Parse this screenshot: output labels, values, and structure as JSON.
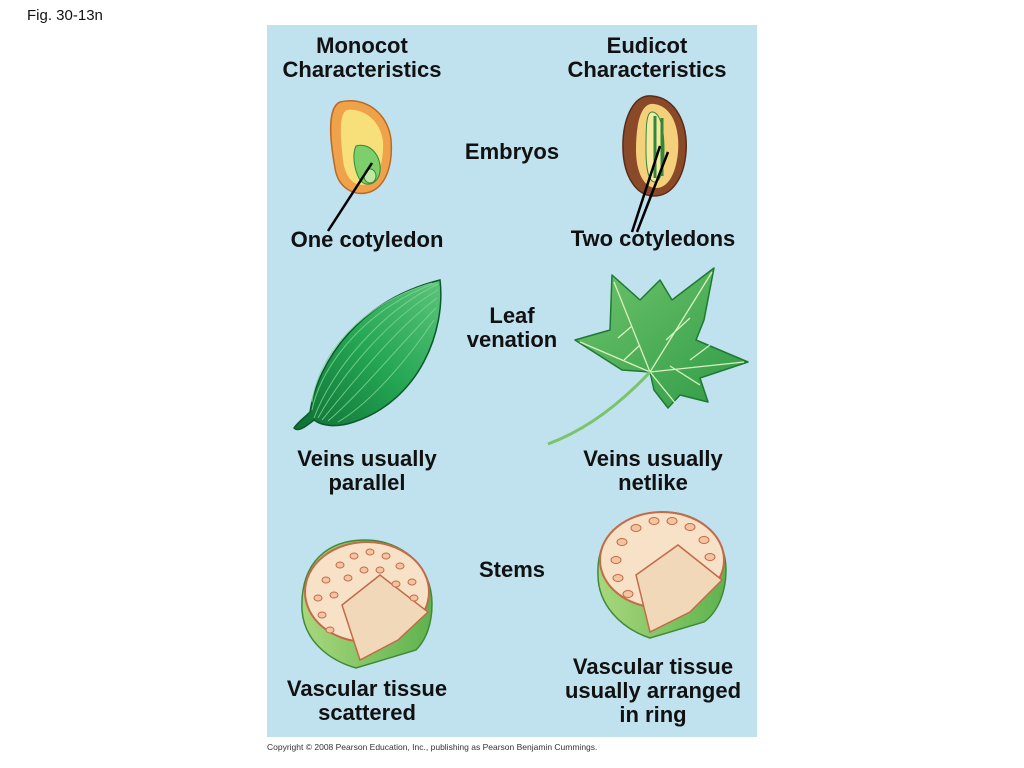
{
  "figure_label": "Fig. 30-13n",
  "columns": {
    "monocot": "Monocot\nCharacteristics",
    "eudicot": "Eudicot\nCharacteristics"
  },
  "rows": {
    "embryos": {
      "title": "Embryos",
      "monocot_label": "One cotyledon",
      "eudicot_label": "Two cotyledons"
    },
    "leaf": {
      "title": "Leaf\nvenation",
      "monocot_label": "Veins usually\nparallel",
      "eudicot_label": "Veins usually\nnetlike"
    },
    "stems": {
      "title": "Stems",
      "monocot_label": "Vascular tissue\nscattered",
      "eudicot_label": "Vascular tissue\nusually arranged\nin ring"
    }
  },
  "copyright": "Copyright © 2008 Pearson Education, Inc., publishing as Pearson Benjamin Cummings.",
  "colors": {
    "panel_bg": "#c0e1ee",
    "leaf_green": "#1f9a4a",
    "seed_yellow": "#f7e07a",
    "seed_orange": "#f0a24a",
    "seed_coat_brown": "#8a4a2a",
    "stem_tissue": "#f7e2c8"
  }
}
